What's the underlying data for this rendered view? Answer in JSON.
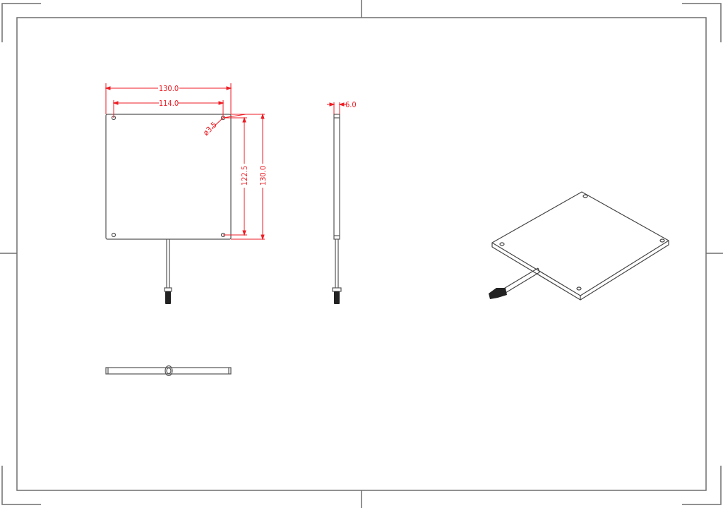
{
  "drawing": {
    "colors": {
      "frame": "#6e6e6e",
      "geometry": "#555555",
      "dimension": "#ee1c24",
      "background": "#ffffff"
    },
    "front_view": {
      "dimensions": {
        "overall_width": "130.0",
        "hole_spacing_x": "114.0",
        "hole_diameter": "ø3.5",
        "hole_spacing_y": "122.5",
        "overall_height": "130.0"
      }
    },
    "side_view": {
      "dimensions": {
        "thickness": "6.0"
      }
    },
    "top_view": {},
    "iso_view": {}
  }
}
